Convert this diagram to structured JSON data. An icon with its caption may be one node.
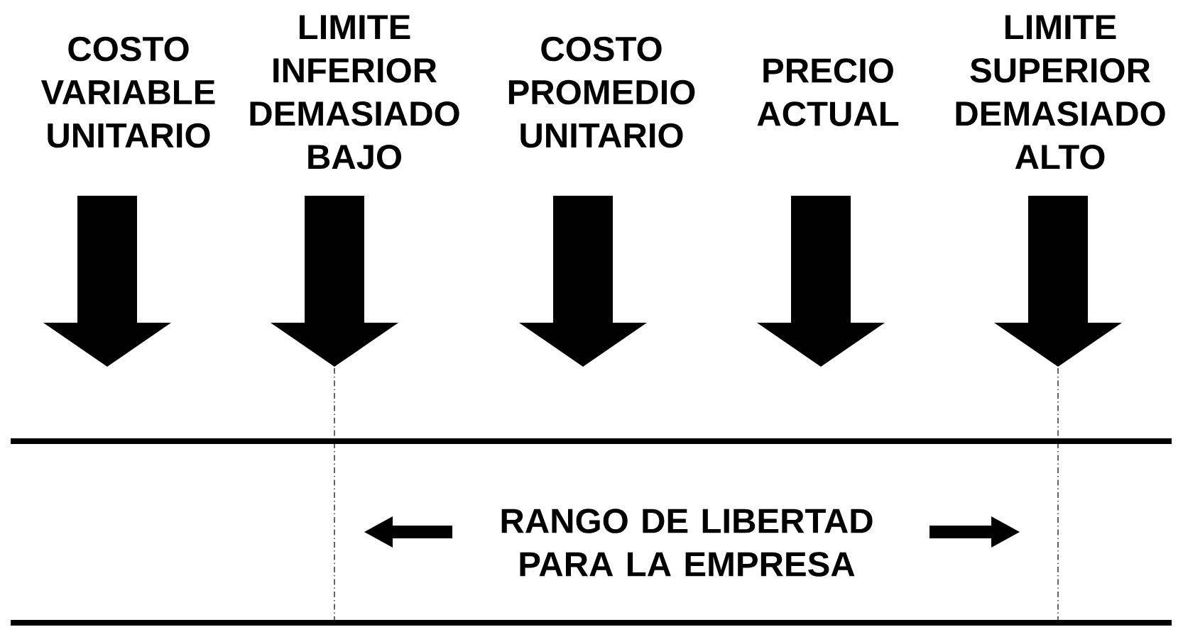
{
  "diagram": {
    "labels": [
      "COSTO VARIABLE UNITARIO",
      "LIMITE INFERIOR DEMASIADO BAJO",
      "COSTO PROMEDIO UNITARIO",
      "PRECIO ACTUAL",
      "LIMITE SUPERIOR DEMASIADO ALTO",
      "RANGO DE LIBERTAD PARA LA EMPRESA"
    ]
  }
}
